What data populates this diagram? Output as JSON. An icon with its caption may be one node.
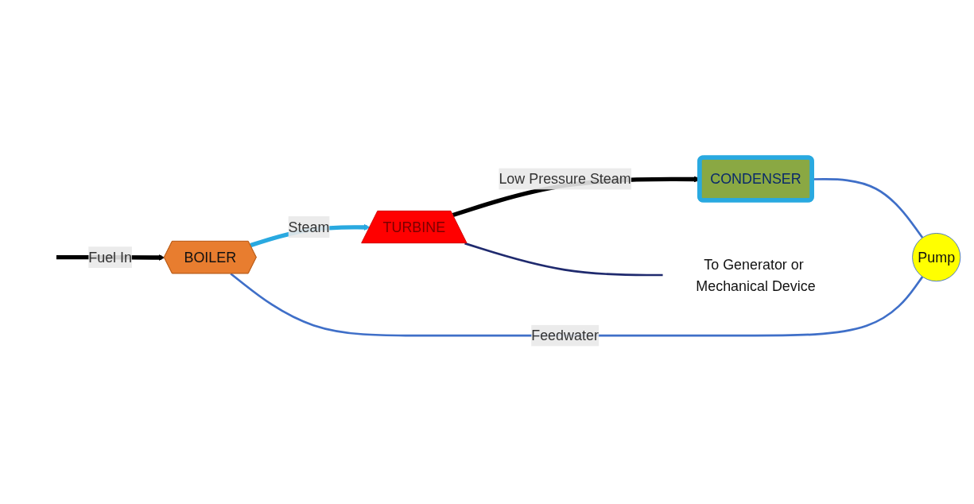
{
  "diagram": {
    "nodes": [
      {
        "text": [
          "BOILER"
        ]
      },
      {
        "text": [
          "TURBINE"
        ]
      },
      {
        "text": [
          "CONDENSER"
        ]
      },
      {
        "text": [
          "Pump"
        ]
      },
      {
        "text": [
          "To Generator or Mechanical Device"
        ]
      }
    ],
    "edges": [
      {
        "from": null,
        "to": 0,
        "arrow": "to",
        "label": "Fuel In",
        "style": "thick",
        "color": "#000000"
      },
      {
        "from": 0,
        "to": 1,
        "arrow": "to",
        "label": "Steam",
        "style": "thick",
        "color": "#29a9e0"
      },
      {
        "from": 1,
        "to": 2,
        "arrow": "to",
        "label": "Low Pressure Steam",
        "style": "thick",
        "color": "#000000"
      },
      {
        "from": 2,
        "to": 3,
        "arrow": "none",
        "color": "#3f6fc8"
      },
      {
        "from": 3,
        "to": 0,
        "arrow": "none",
        "label": "Feedwater",
        "color": "#3f6fc8"
      },
      {
        "from": 1,
        "to": 4,
        "arrow": "none",
        "color": "#1f2a6e"
      }
    ]
  }
}
